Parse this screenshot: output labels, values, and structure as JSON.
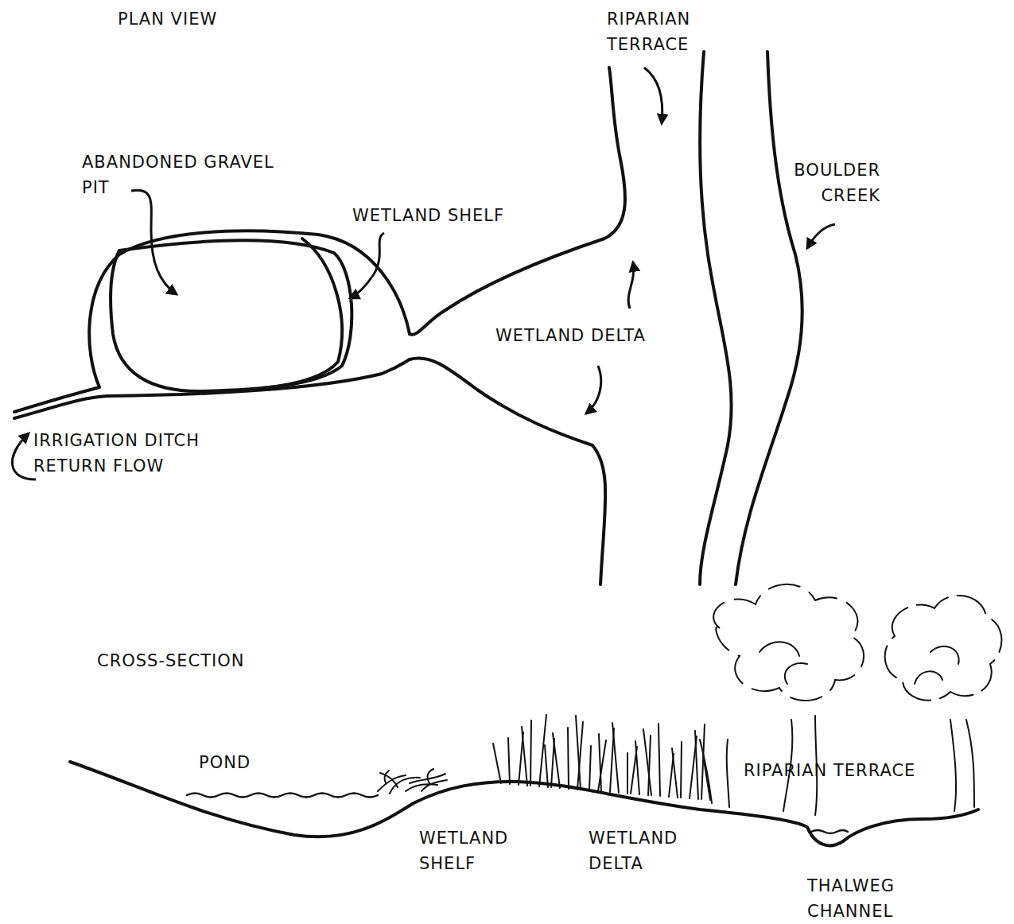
{
  "diagram": {
    "labels": [
      "PLAN VIEW",
      "RIPARIAN TERRACE",
      "ABANDONED GRAVEL PIT",
      "WETLAND SHELF",
      "BOULDER CREEK",
      "WETLAND DELTA",
      "IRRIGATION DITCH RETURN FLOW",
      "CROSS-SECTION",
      "POND",
      "RIPARIAN TERRACE",
      "WETLAND SHELF",
      "WETLAND DELTA",
      "THALWEG CHANNEL"
    ]
  }
}
